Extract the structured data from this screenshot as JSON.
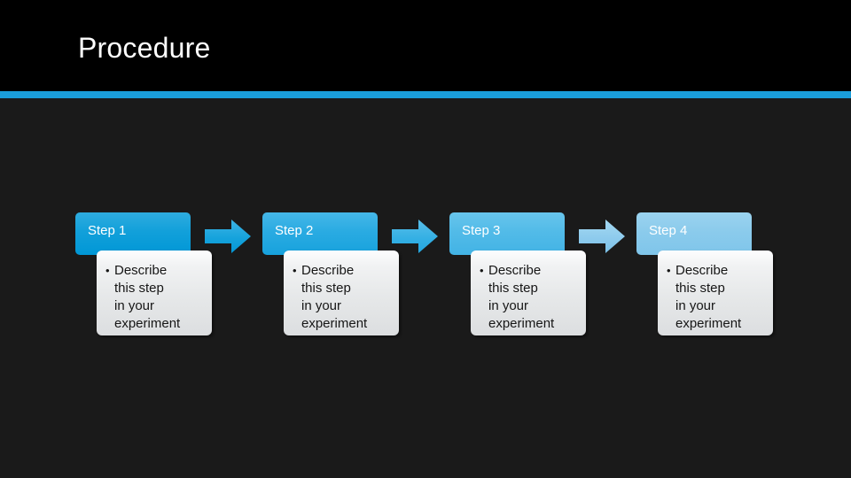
{
  "slide": {
    "title": "Procedure",
    "background_color": "#1a1a1a",
    "title_band_color": "#000000",
    "accent_rule_color": "#1a9dd9",
    "title_text_color": "#ffffff"
  },
  "process": {
    "type": "chevron-process",
    "step_count": 4,
    "body_text_color": "#161616",
    "body_background_color": "#e6e8e9",
    "bullet_glyph": "•",
    "steps": [
      {
        "head_label": "Step 1",
        "head_color": "#12a0da",
        "bullet": "Describe\nthis step\nin your\nexperiment"
      },
      {
        "head_label": "Step 2",
        "head_color": "#2aabe2",
        "bullet": "Describe\nthis step\nin your\nexperiment"
      },
      {
        "head_label": "Step 3",
        "head_color": "#52bbe8",
        "bullet": "Describe\nthis step\nin your\nexperiment"
      },
      {
        "head_label": "Step 4",
        "head_color": "#8bcbec",
        "bullet": "Describe\nthis step\nin your\nexperiment"
      }
    ],
    "arrows": [
      {
        "name": "arrow-1-to-2",
        "color": "#12a0da"
      },
      {
        "name": "arrow-2-to-3",
        "color": "#34b0e4"
      },
      {
        "name": "arrow-3-to-4",
        "color": "#8cc9ea"
      }
    ]
  }
}
